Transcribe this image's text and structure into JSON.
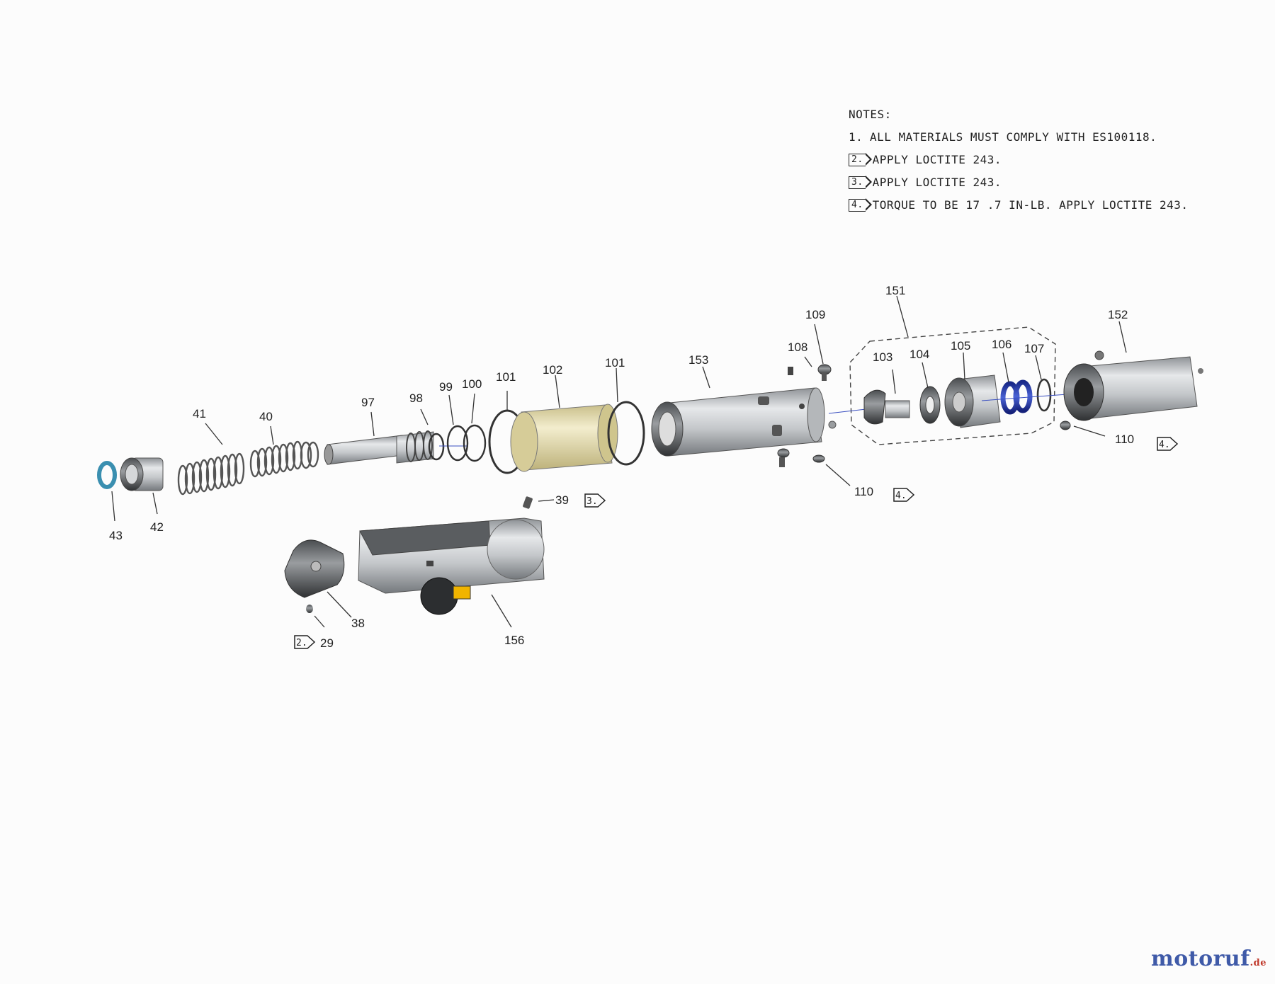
{
  "notes": {
    "heading": "NOTES:",
    "items": [
      {
        "marker": "1.",
        "flagged": false,
        "text": "ALL MATERIALS MUST COMPLY WITH ES100118."
      },
      {
        "marker": "2.",
        "flagged": true,
        "text": "APPLY LOCTITE 243."
      },
      {
        "marker": "3.",
        "flagged": true,
        "text": "APPLY LOCTITE 243."
      },
      {
        "marker": "4.",
        "flagged": true,
        "text": "TORQUE TO BE 17 .7 IN-LB. APPLY LOCTITE 243."
      }
    ]
  },
  "part_numbers": {
    "p151": "151",
    "p109": "109",
    "p152": "152",
    "p108": "108",
    "p103": "103",
    "p104": "104",
    "p105": "105",
    "p106": "106",
    "p107": "107",
    "p153": "153",
    "p101a": "101",
    "p101b": "101",
    "p102": "102",
    "p100": "100",
    "p99": "99",
    "p98": "98",
    "p97": "97",
    "p41": "41",
    "p40": "40",
    "p43": "43",
    "p42": "42",
    "p39": "39",
    "p110a": "110",
    "p110b": "110",
    "p38": "38",
    "p29": "29",
    "p156": "156"
  },
  "flags": {
    "f2": "2.",
    "f3": "3.",
    "f4a": "4.",
    "f4b": "4."
  },
  "watermark": {
    "text_main": "motoruf",
    "text_tld": ".de"
  },
  "colors": {
    "steel": "#b9bcbf",
    "sleeve": "#e9e2b8",
    "blue_seal": "#2d3fa8",
    "teal_seal": "#3a8fb0",
    "accent_yellow": "#f0b400"
  }
}
